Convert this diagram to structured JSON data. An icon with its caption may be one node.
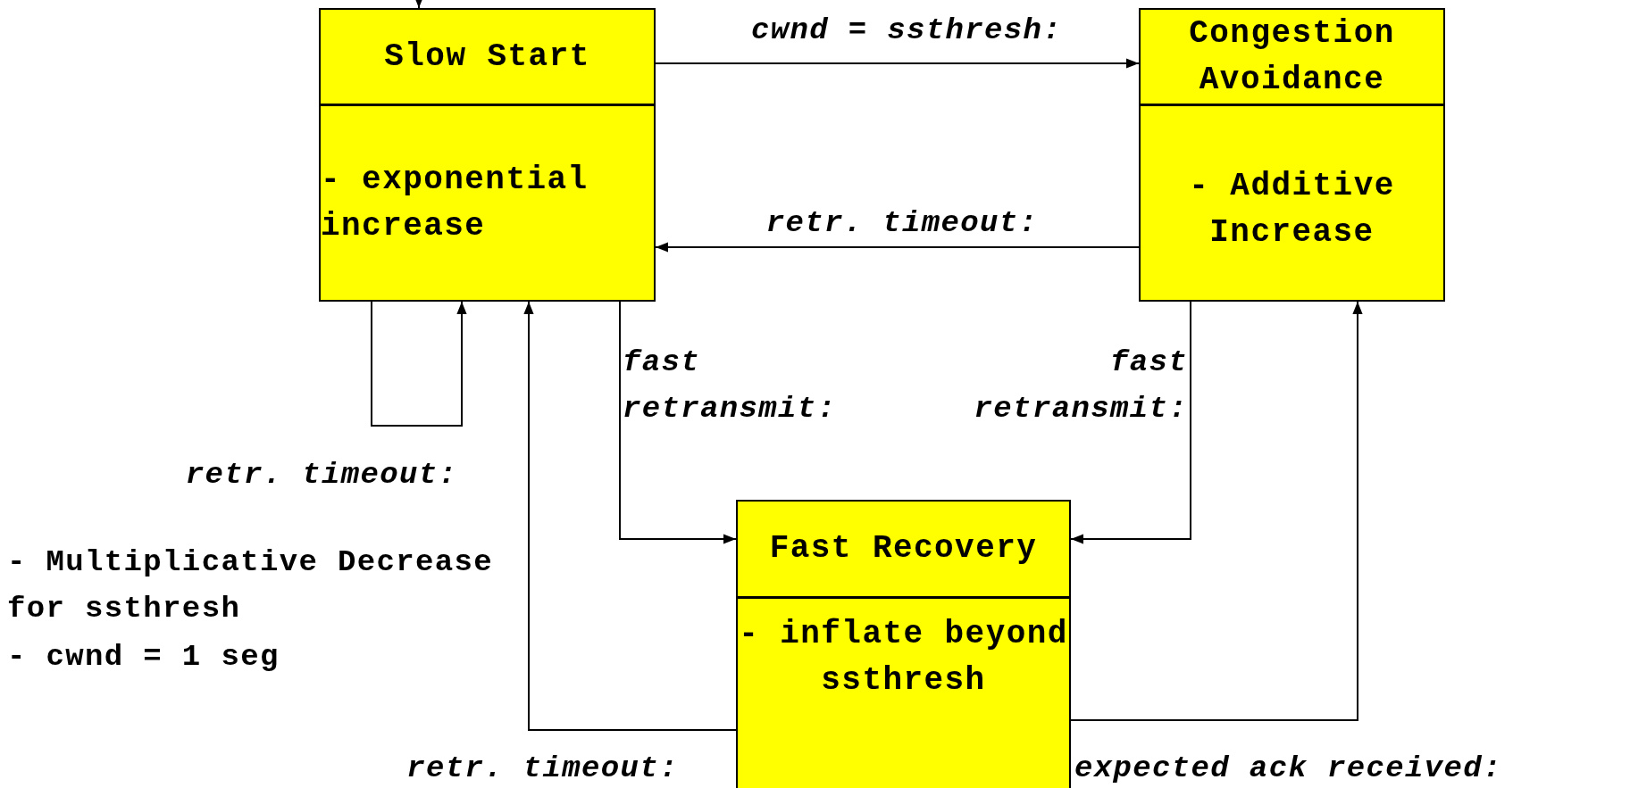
{
  "diagram": {
    "nodes": [
      {
        "text": [
          "Slow Start",
          "- exponential increase"
        ]
      },
      {
        "text": [
          "Congestion Avoidance",
          "- Additive Increase"
        ]
      },
      {
        "text": [
          "Fast Recovery",
          "- inflate beyond ssthresh"
        ]
      }
    ],
    "edges": [
      {
        "from": null,
        "to": 0,
        "arrow": "to"
      },
      {
        "from": 0,
        "to": 1,
        "arrow": "to",
        "label": "cwnd = ssthresh:"
      },
      {
        "from": 1,
        "to": 0,
        "arrow": "to",
        "label": "retr. timeout:"
      },
      {
        "from": 0,
        "to": 0,
        "arrow": "to",
        "label": "retr. timeout:"
      },
      {
        "from": 0,
        "to": 2,
        "arrow": "to",
        "label": "fast retransmit:"
      },
      {
        "from": 1,
        "to": 2,
        "arrow": "to",
        "label": "fast retransmit:"
      },
      {
        "from": 2,
        "to": 0,
        "arrow": "to",
        "label": "retr. timeout:"
      },
      {
        "from": 2,
        "to": 1,
        "arrow": "to",
        "label": "expected ack received:"
      }
    ],
    "labels": [
      "- Multiplicative Decrease for ssthresh",
      "- cwnd = 1 seg"
    ]
  }
}
